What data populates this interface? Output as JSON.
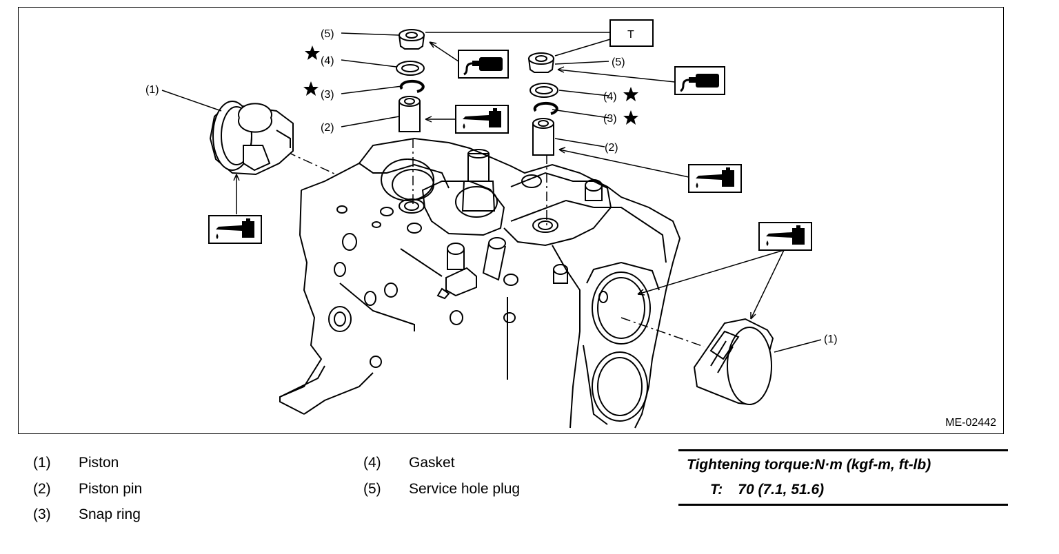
{
  "figure": {
    "code": "ME-02442",
    "callouts": {
      "c1": "(1)",
      "c2": "(2)",
      "c3": "(3)",
      "c4": "(4)",
      "c5": "(5)",
      "torque_tag": "T"
    },
    "icons": [
      "oil-can-icon",
      "grease-tube-icon",
      "star-icon"
    ]
  },
  "legend": [
    {
      "num": "(1)",
      "text": "Piston"
    },
    {
      "num": "(2)",
      "text": "Piston pin"
    },
    {
      "num": "(3)",
      "text": "Snap ring"
    },
    {
      "num": "(4)",
      "text": "Gasket"
    },
    {
      "num": "(5)",
      "text": "Service hole plug"
    }
  ],
  "torque": {
    "heading": "Tightening torque:N·m (kgf-m, ft-lb)",
    "label": "T:",
    "value": "70 (7.1, 51.6)"
  }
}
